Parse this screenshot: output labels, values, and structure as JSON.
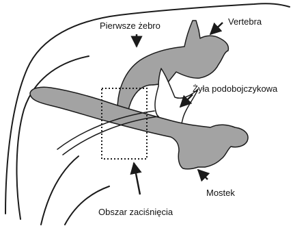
{
  "labels": {
    "first_rib": "Pierwsze żebro",
    "vertebra": "Vertebra",
    "subclavian_vein": "Żyła podobojczykowa",
    "sternum": "Mostek",
    "compression_area": "Obszar zaciśnięcia"
  },
  "colors": {
    "bone_fill": "#a3a3a3",
    "outline": "#1a1a1a",
    "background": "#ffffff",
    "vein_fill": "#ffffff"
  }
}
